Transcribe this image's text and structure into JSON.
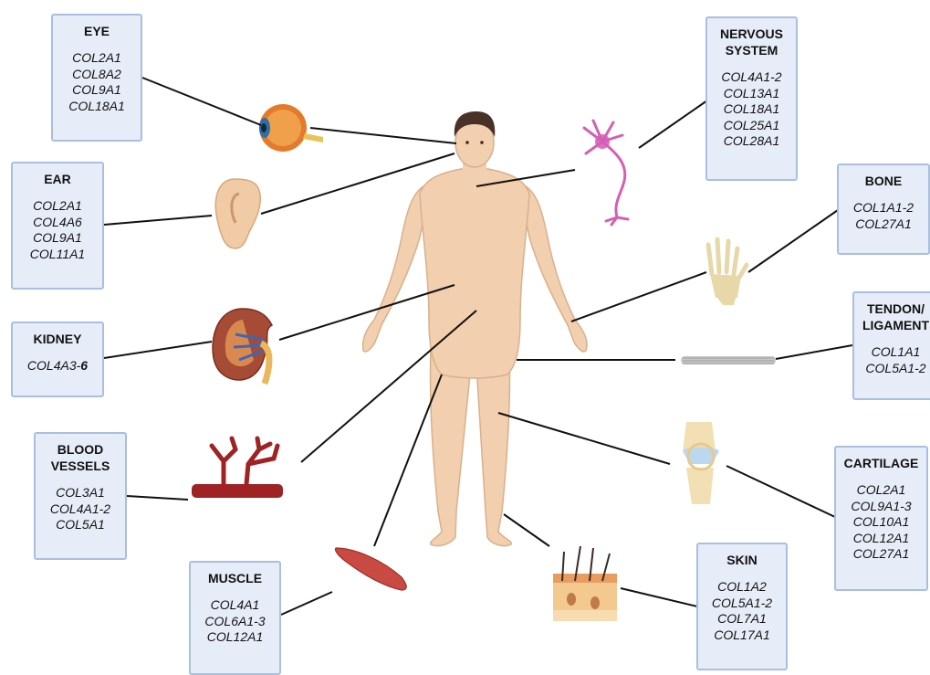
{
  "boxes": {
    "eye": {
      "title": "EYE",
      "genes": [
        "COL2A1",
        "COL8A2",
        "COL9A1",
        "COL18A1"
      ]
    },
    "ear": {
      "title": "EAR",
      "genes": [
        "COL2A1",
        "COL4A6",
        "COL9A1",
        "COL11A1"
      ]
    },
    "kidney": {
      "title": "KIDNEY",
      "genes": [
        "COL4A3-",
        "6"
      ]
    },
    "blood": {
      "title": "BLOOD\nVESSELS",
      "genes": [
        "COL3A1",
        "COL4A1-2",
        "COL5A1"
      ]
    },
    "muscle": {
      "title": "MUSCLE",
      "genes": [
        "COL4A1",
        "COL6A1-3",
        "COL12A1"
      ]
    },
    "nervous": {
      "title": "NERVOUS\nSYSTEM",
      "genes": [
        "COL4A1-2",
        "COL13A1",
        "COL18A1",
        "COL25A1",
        "COL28A1"
      ]
    },
    "bone": {
      "title": "BONE",
      "genes": [
        "COL1A1-2",
        "COL27A1"
      ]
    },
    "tendon": {
      "title": "TENDON/\nLIGAMENT",
      "genes": [
        "COL1A1",
        "COL5A1-2"
      ]
    },
    "cartilage": {
      "title": "CARTILAGE",
      "genes": [
        "COL2A1",
        "COL9A1-3",
        "COL10A1",
        "COL12A1",
        "COL27A1"
      ]
    },
    "skin": {
      "title": "SKIN",
      "genes": [
        "COL1A2",
        "COL5A1-2",
        "COL7A1",
        "COL17A1"
      ]
    }
  },
  "colors": {
    "box_fill": "#e7edf8",
    "box_border": "#a9bfe0",
    "skin_tone": "#f2cfae",
    "hair": "#4a3128",
    "line": "#111111"
  }
}
